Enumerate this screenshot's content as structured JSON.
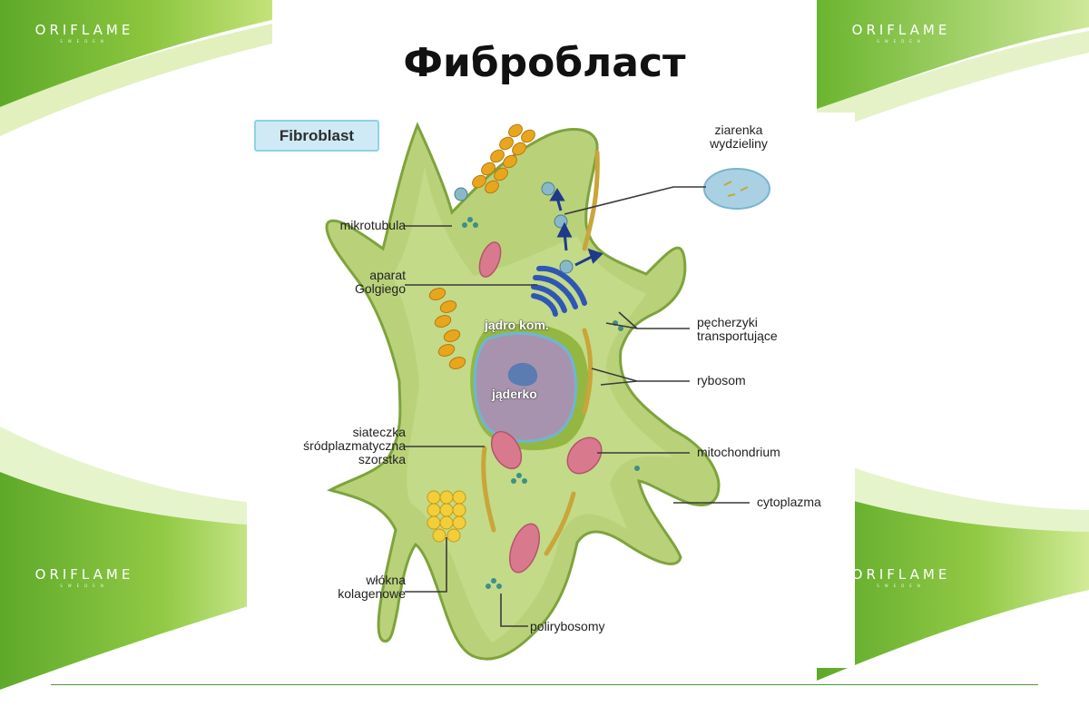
{
  "slide": {
    "title": "Фибробласт",
    "logo_text": "ORIFLAME",
    "logo_sub": "SWEDEN",
    "theme_colors": {
      "green_dark": "#6bb52e",
      "green_light": "#b6dc6a",
      "rule_green": "#4a9a33"
    }
  },
  "figure": {
    "header_box": "Fibroblast",
    "labels": {
      "mikrotubula": "mikrotubula",
      "aparat_1": "aparat",
      "aparat_2": "Golgiego",
      "siateczka_1": "siateczka",
      "siateczka_2": "śródplazmatyczna",
      "siateczka_3": "szorstka",
      "wlokna_1": "włókna",
      "wlokna_2": "kolagenowe",
      "ziarenka_1": "ziarenka",
      "ziarenka_2": "wydzieliny",
      "pecherzyki_1": "pęcherzyki",
      "pecherzyki_2": "transportujące",
      "rybosom": "rybosom",
      "mitochondrium": "mitochondrium",
      "cytoplazma": "cytoplazma",
      "polirybosomy": "polirybosomy",
      "jadro": "jądro kom.",
      "jaderko": "jąderko"
    },
    "colors": {
      "cytoplasm": "#b9d27a",
      "cell_edge": "#7ea33c",
      "nucleus": "#a893ae",
      "nucleolus": "#5a7cb3",
      "golgi": "#2f56b7",
      "mitochondria": "#d9798e",
      "collagen": "#e8a61e",
      "rough_er": "#c9a53a",
      "polyribosome": "#3e8f86",
      "secretory_granule": "#a9d1e3"
    }
  }
}
